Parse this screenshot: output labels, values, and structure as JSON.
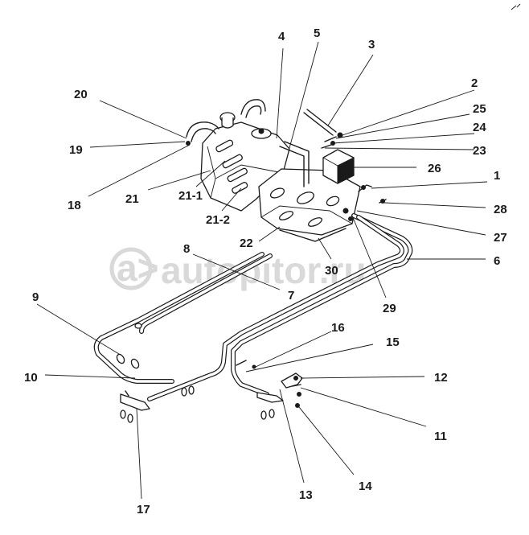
{
  "watermark": {
    "logo": "a>",
    "text": "autopitor.ru"
  },
  "callouts": [
    {
      "id": "1",
      "label": "1"
    },
    {
      "id": "2",
      "label": "2"
    },
    {
      "id": "3",
      "label": "3"
    },
    {
      "id": "4",
      "label": "4"
    },
    {
      "id": "5",
      "label": "5"
    },
    {
      "id": "6",
      "label": "6"
    },
    {
      "id": "7",
      "label": "7"
    },
    {
      "id": "8",
      "label": "8"
    },
    {
      "id": "9",
      "label": "9"
    },
    {
      "id": "10",
      "label": "10"
    },
    {
      "id": "11",
      "label": "11"
    },
    {
      "id": "12",
      "label": "12"
    },
    {
      "id": "13",
      "label": "13"
    },
    {
      "id": "14",
      "label": "14"
    },
    {
      "id": "15",
      "label": "15"
    },
    {
      "id": "16",
      "label": "16"
    },
    {
      "id": "17",
      "label": "17"
    },
    {
      "id": "18",
      "label": "18"
    },
    {
      "id": "19",
      "label": "19"
    },
    {
      "id": "20",
      "label": "20"
    },
    {
      "id": "21",
      "label": "21"
    },
    {
      "id": "21-1",
      "label": "21-1"
    },
    {
      "id": "21-2",
      "label": "21-2"
    },
    {
      "id": "22",
      "label": "22"
    },
    {
      "id": "23",
      "label": "23"
    },
    {
      "id": "24",
      "label": "24"
    },
    {
      "id": "25",
      "label": "25"
    },
    {
      "id": "26",
      "label": "26"
    },
    {
      "id": "27",
      "label": "27"
    },
    {
      "id": "28",
      "label": "28"
    },
    {
      "id": "29",
      "label": "29"
    },
    {
      "id": "30",
      "label": "30"
    }
  ]
}
